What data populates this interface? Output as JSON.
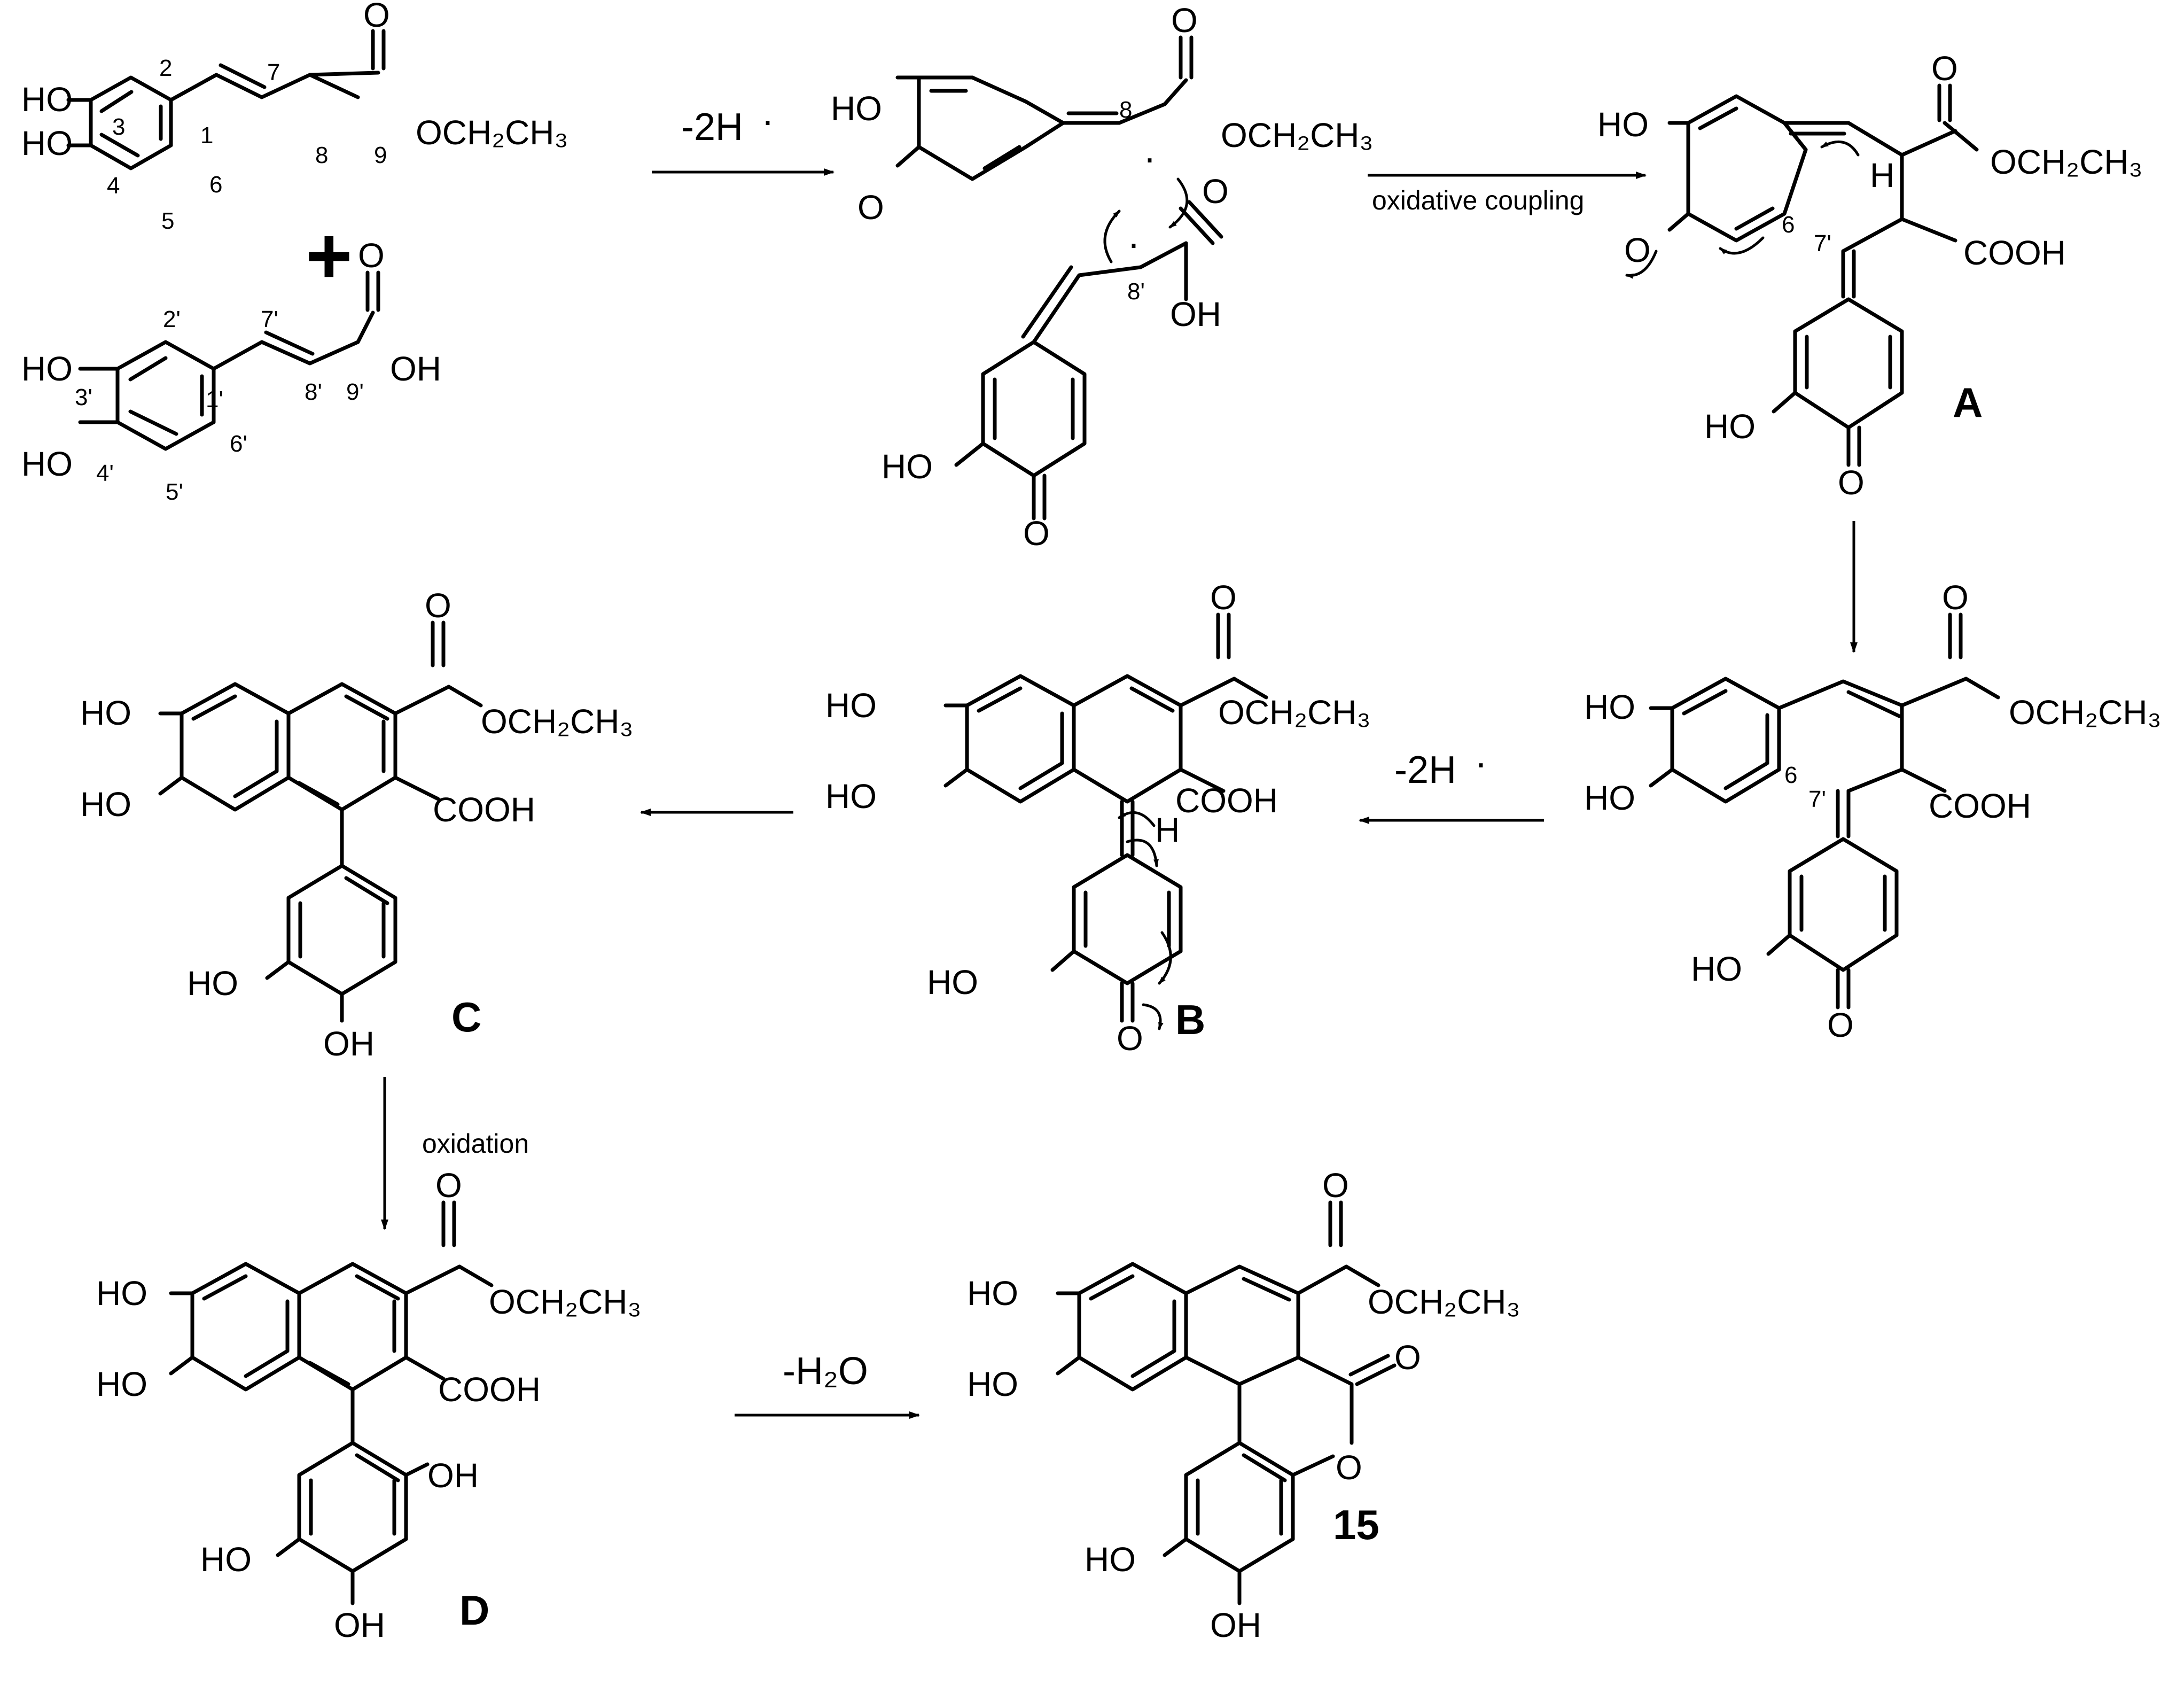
{
  "atoms": {
    "ho": "HO",
    "oh": "OH",
    "o": "O",
    "h": "H",
    "ester": "OCH₂CH₃",
    "cooh": "COOH"
  },
  "numbers": {
    "n1": "1",
    "n2": "2",
    "n3": "3",
    "n4": "4",
    "n5": "5",
    "n6": "6",
    "n7": "7",
    "n8": "8",
    "n9": "9",
    "p1": "1'",
    "p2": "2'",
    "p3": "3'",
    "p4": "4'",
    "p5": "5'",
    "p6": "6'",
    "p7": "7'",
    "p8": "8'",
    "p9": "9'"
  },
  "plus_sign": "+",
  "radical": "·",
  "conditions": {
    "dehydrogenation": "-2H",
    "oxidative_coupling": "oxidative coupling",
    "oxidation": "oxidation",
    "dehydration": "-H₂O"
  },
  "compounds": {
    "a": "A",
    "b": "B",
    "c": "C",
    "d": "D",
    "final": "15"
  }
}
